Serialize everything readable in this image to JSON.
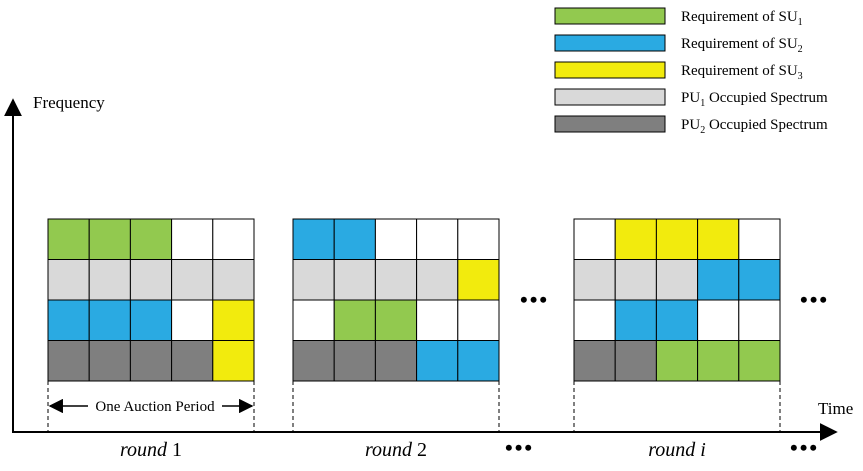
{
  "colors": {
    "su1": "#92c94f",
    "su2": "#2aaae2",
    "su3": "#f2eb0d",
    "pu1": "#d9d9d9",
    "pu2": "#7f7f7f",
    "empty": "#ffffff"
  },
  "legend": [
    {
      "key": "su1",
      "label": "Requirement of SU",
      "sub": "1"
    },
    {
      "key": "su2",
      "label": "Requirement of SU",
      "sub": "2"
    },
    {
      "key": "su3",
      "label": "Requirement of SU",
      "sub": "3"
    },
    {
      "key": "pu1",
      "label": "PU",
      "sub": "1",
      "suffix": " Occupied Spectrum"
    },
    {
      "key": "pu2",
      "label": "PU",
      "sub": "2",
      "suffix": " Occupied Spectrum"
    }
  ],
  "axes": {
    "y_label": "Frequency",
    "x_label": "Time"
  },
  "period_label": "One Auction Period",
  "ellipsis": "•••",
  "rounds": [
    {
      "word": "round",
      "index": "1",
      "grid": [
        [
          "su1",
          "su1",
          "su1",
          "empty",
          "empty"
        ],
        [
          "pu1",
          "pu1",
          "pu1",
          "pu1",
          "pu1"
        ],
        [
          "su2",
          "su2",
          "su2",
          "empty",
          "su3"
        ],
        [
          "pu2",
          "pu2",
          "pu2",
          "pu2",
          "su3"
        ]
      ]
    },
    {
      "word": "round",
      "index": "2",
      "grid": [
        [
          "su2",
          "su2",
          "empty",
          "empty",
          "empty"
        ],
        [
          "pu1",
          "pu1",
          "pu1",
          "pu1",
          "su3"
        ],
        [
          "empty",
          "su1",
          "su1",
          "empty",
          "empty"
        ],
        [
          "pu2",
          "pu2",
          "pu2",
          "su2",
          "su2"
        ]
      ]
    },
    {
      "word": "round",
      "index": "i",
      "grid": [
        [
          "empty",
          "su3",
          "su3",
          "su3",
          "empty"
        ],
        [
          "pu1",
          "pu1",
          "pu1",
          "su2",
          "su2"
        ],
        [
          "empty",
          "su2",
          "su2",
          "empty",
          "empty"
        ],
        [
          "pu2",
          "pu2",
          "su1",
          "su1",
          "su1"
        ]
      ]
    }
  ]
}
